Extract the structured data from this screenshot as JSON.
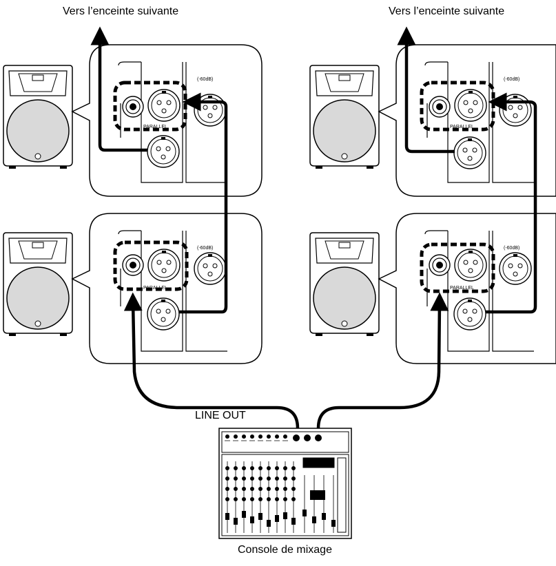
{
  "labels": {
    "next_speaker_left": "Vers l’enceinte suivante",
    "next_speaker_right": "Vers l’enceinte suivante",
    "line_out": "LINE OUT",
    "mixer": "Console de mixage"
  },
  "panel_labels": {
    "attenuation": "(-60dB)",
    "parallel": "PARALLEL"
  },
  "colors": {
    "line": "#000000",
    "speaker_body": "#ffffff",
    "speaker_grille": "#d9d9d9"
  }
}
